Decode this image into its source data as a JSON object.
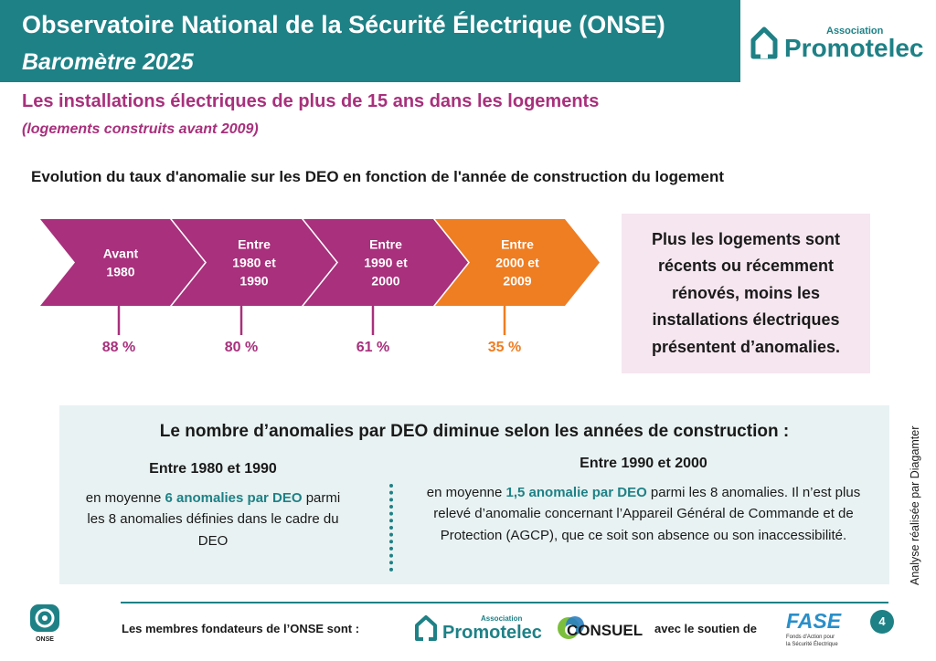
{
  "header": {
    "title": "Observatoire National de la Sécurité Électrique (ONSE)",
    "subtitle": "Baromètre 2025"
  },
  "brand": {
    "association": "Association",
    "promotelec": "Promotelec",
    "consuel": "CONSUEL",
    "onse": "ONSE",
    "fase": "FASE",
    "fase_caption_1": "Fonds d'Action pour",
    "fase_caption_2": "la Sécurité Électrique"
  },
  "section": {
    "title": "Les installations électriques de plus de 15 ans dans les logements",
    "subtitle": "(logements construits avant 2009)"
  },
  "chart_data": {
    "type": "bar",
    "title": "Evolution du taux d'anomalie sur les DEO en fonction de l'année de construction du logement",
    "categories": [
      [
        "Avant",
        "1980"
      ],
      [
        "Entre",
        "1980 et",
        "1990"
      ],
      [
        "Entre",
        "1990 et",
        "2000"
      ],
      [
        "Entre",
        "2000 et",
        "2009"
      ]
    ],
    "values": [
      88,
      80,
      61,
      35
    ],
    "value_labels": [
      "88 %",
      "80 %",
      "61 %",
      "35 %"
    ],
    "unit": "%"
  },
  "colors": {
    "teal": "#1e8186",
    "magenta": "#a8307c",
    "orange": "#ef7d22",
    "callout_bg": "#f6e6ef",
    "box_bg": "#e9f2f2"
  },
  "callout": {
    "text": "Plus les logements sont récents ou récemment rénovés, moins les installations électriques présentent d’anomalies."
  },
  "summary": {
    "title": "Le nombre d’anomalies par DEO diminue selon les années de construction :",
    "left": {
      "heading": "Entre 1980 et 1990",
      "pre": "en moyenne ",
      "highlight": "6 anomalies par DEO",
      "post": " parmi les 8 anomalies définies dans le cadre du DEO"
    },
    "right": {
      "heading": "Entre 1990 et 2000",
      "pre": "en moyenne ",
      "highlight": "1,5 anomalie par DEO",
      "post": " parmi les 8 anomalies. Il n’est plus relevé d’anomalie concernant l’Appareil Général de Commande et de Protection (AGCP), que ce soit son absence ou son inaccessibilité."
    }
  },
  "side_note": "Analyse réalisée par Diagamter",
  "footer": {
    "members_text": "Les membres fondateurs de l’ONSE sont :",
    "support_text": "avec le soutien de",
    "page_number": "4"
  }
}
